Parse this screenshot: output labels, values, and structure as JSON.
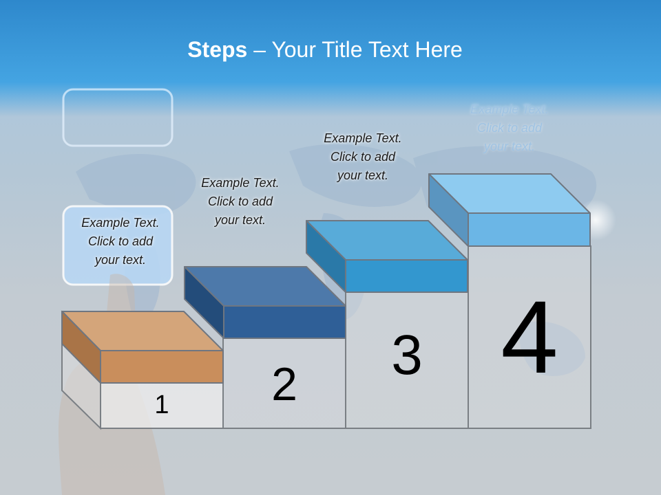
{
  "title": {
    "bold": "Steps",
    "rest": " – Your Title Text Here"
  },
  "steps": [
    {
      "number": "1",
      "line1": "Example Text.",
      "line2": "Click  to add",
      "line3": "your text.",
      "color": "#c98e5c"
    },
    {
      "number": "2",
      "line1": "Example Text.",
      "line2": "Click  to add",
      "line3": "your text.",
      "color": "#2f5f97"
    },
    {
      "number": "3",
      "line1": "Example Text.",
      "line2": "Click  to add",
      "line3": "your text.",
      "color": "#3397cf"
    },
    {
      "number": "4",
      "line1": "Example Text.",
      "line2": "Click  to add",
      "line3": "your text.",
      "color": "#6bb6e6"
    }
  ],
  "background": {
    "banner_color": "#2e88cc"
  }
}
